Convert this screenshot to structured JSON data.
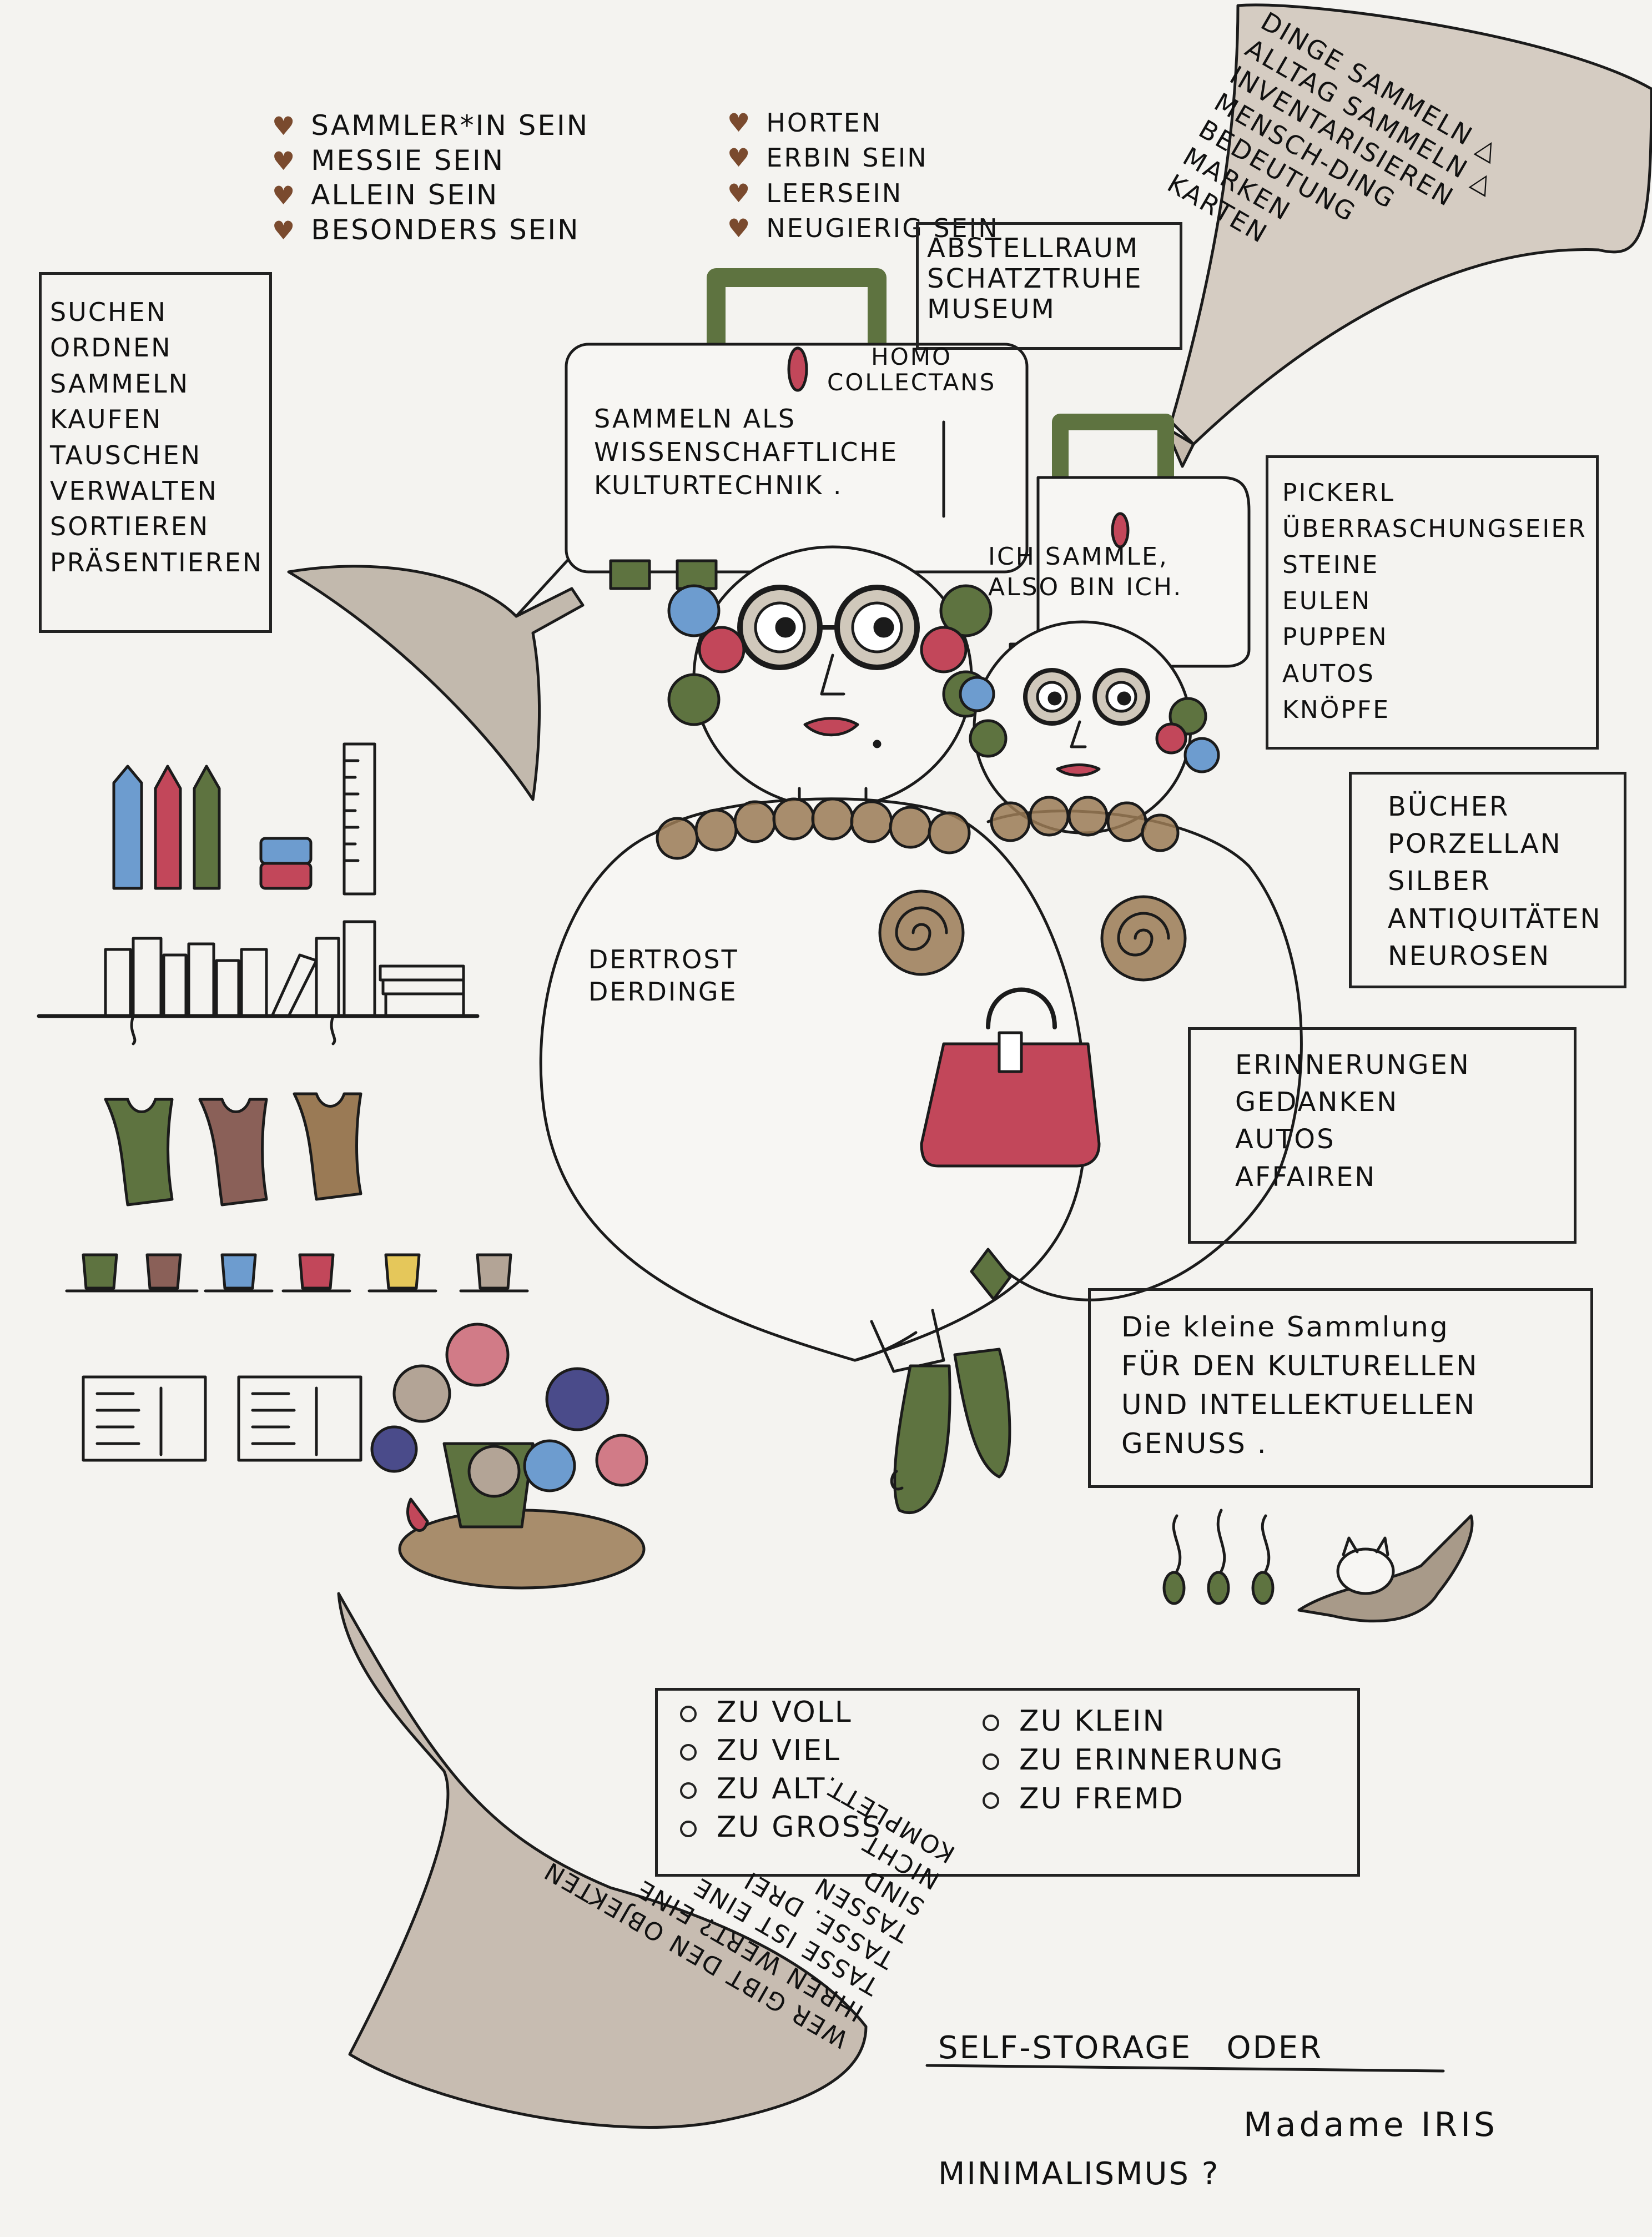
{
  "heart_list_left": [
    "SAMMLER*IN SEIN",
    "MESSIE SEIN",
    "ALLEIN SEIN",
    "BESONDERS SEIN"
  ],
  "heart_list_right": [
    "HORTEN",
    "ERBIN SEIN",
    "LEERSEIN",
    "NEUGIERIG SEIN"
  ],
  "top_box": [
    "ABSTELLRAUM",
    "SCHATZTRUHE",
    "MUSEUM"
  ],
  "funnel_top_right": [
    "DINGE SAMMELN △",
    "ALLTAG SAMMELN △",
    "INVENTARISIEREN",
    "MENSCH-DING",
    "BEDEUTUNG",
    "MARKEN",
    "KARTEN"
  ],
  "verbs_box": [
    "SUCHEN",
    "ORDNEN",
    "SAMMELN",
    "KAUFEN",
    "TAUSCHEN",
    "VERWALTEN",
    "SORTIEREN",
    "PRÄSENTIEREN"
  ],
  "suitcase_big": {
    "label": [
      "HOMO",
      "COLLECTANS"
    ],
    "text": [
      "SAMMELN ALS",
      "WISSENSCHAFTLICHE",
      "KULTURTECHNIK ."
    ]
  },
  "suitcase_small": {
    "text": [
      "ICH SAMMLE,",
      "ALSO BIN ICH."
    ]
  },
  "things_box": [
    "PICKERL",
    "ÜBERRASCHUNGSEIER",
    "STEINE",
    "EULEN",
    "PUPPEN",
    "AUTOS",
    "KNÖPFE"
  ],
  "valuables_box": [
    "BÜCHER",
    "PORZELLAN",
    "SILBER",
    "ANTIQUITÄTEN",
    "NEUROSEN"
  ],
  "body_text": [
    "DERTROST",
    "DERDINGE"
  ],
  "memories_box": [
    "ERINNERUNGEN",
    "GEDANKEN",
    "AUTOS",
    "AFFAIREN"
  ],
  "small_collection_box": [
    "Die kleine Sammlung",
    "FÜR DEN KULTURELLEN",
    "UND INTELLEKTUELLEN",
    "GENUSS ."
  ],
  "too_list_left": [
    "ZU VOLL",
    "ZU VIEL",
    "ZU ALT",
    "ZU GROSS"
  ],
  "too_list_right": [
    "ZU KLEIN",
    "ZU ERINNERUNG",
    "ZU FREMD"
  ],
  "funnel_bottom_left": [
    "WER GIBT DEN OBJEKTEN",
    "IHREN WERT? EINE",
    "TASSE IST EINE",
    "TASSE. DREI",
    "TASSEN",
    "SIND",
    "NICHT",
    "KOMPLETT."
  ],
  "closing_question": [
    "SELF-STORAGE   ODER",
    "MINIMALISMUS ?"
  ],
  "signature": "Madame IRIS",
  "colors": {
    "paper": "#f4f3f0",
    "ink": "#1b1b1b",
    "olive_green": "#5e7340",
    "taupe": "#b3a496",
    "brown": "#9a7a55",
    "red": "#c2475a",
    "blue": "#6d9ccf",
    "yellow": "#e5c75a"
  },
  "icons": [
    "heart-icon",
    "suitcase-icon",
    "woman-figure",
    "pencil-icon",
    "magnet-icon",
    "ruler-icon",
    "bookshelf-icon",
    "shirt-icon",
    "teacup-icon",
    "postcard-icon",
    "flower-pot-icon",
    "handbag-icon",
    "mouse-icon",
    "cat-icon",
    "funnel-icon"
  ]
}
